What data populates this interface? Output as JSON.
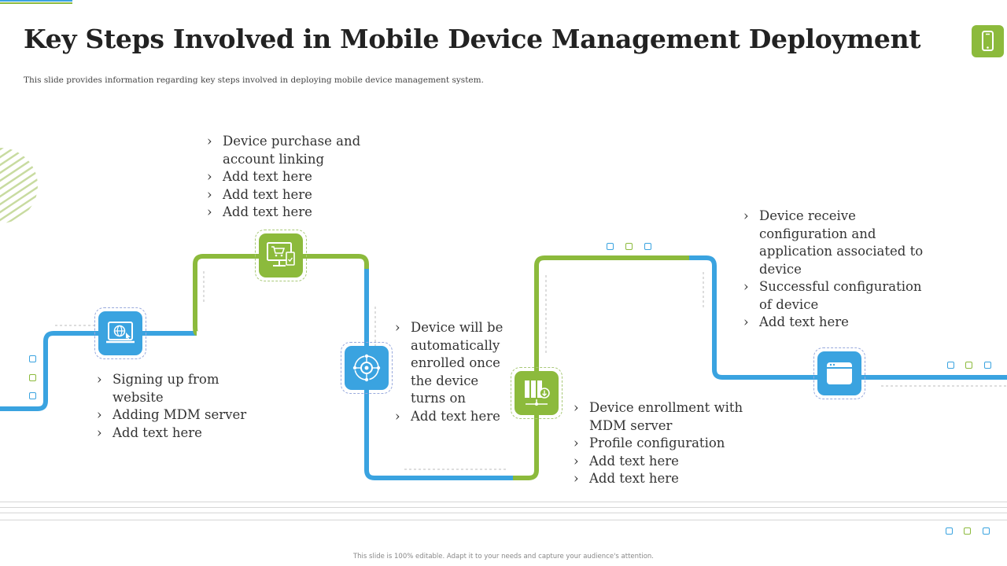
{
  "slide": {
    "title": "Key Steps Involved in Mobile Device Management Deployment",
    "subtitle": "This slide provides information regarding key steps involved in deploying mobile device management system.",
    "footer": "This slide is 100% editable. Adapt it to your needs and capture your audience's attention."
  },
  "colors": {
    "blue": "#3aa3e0",
    "green": "#8cba3c"
  },
  "steps": [
    {
      "icon": "laptop-globe-icon",
      "color": "blue",
      "points": [
        "Signing up from website",
        "Adding MDM server",
        "Add text here"
      ]
    },
    {
      "icon": "shopping-computer-icon",
      "color": "green",
      "points": [
        "Device purchase and account linking",
        "Add text here",
        "Add text here",
        "Add text here"
      ]
    },
    {
      "icon": "gear-network-icon",
      "color": "blue",
      "points": [
        "Device will be automatically enrolled once the device turns on",
        "Add text here"
      ]
    },
    {
      "icon": "server-download-icon",
      "color": "green",
      "points": [
        "Device enrollment with MDM server",
        "Profile configuration",
        "Add text here",
        "Add text here"
      ]
    },
    {
      "icon": "browser-window-icon",
      "color": "blue",
      "points": [
        "Device receive configuration and application associated to device",
        "Successful configuration of device",
        "Add text here"
      ]
    }
  ]
}
